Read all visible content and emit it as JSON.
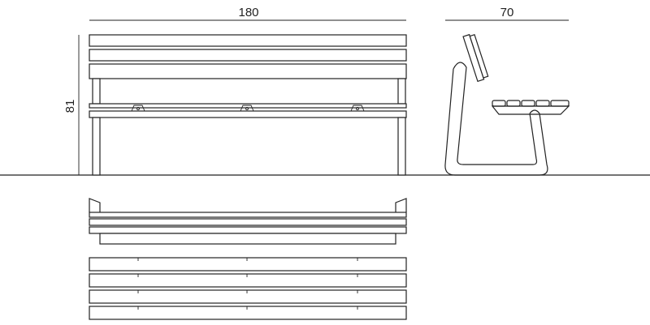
{
  "dimensions": {
    "length_label": "180",
    "depth_label": "70",
    "height_label": "81"
  },
  "colors": {
    "line": "#222222",
    "background": "#ffffff"
  }
}
